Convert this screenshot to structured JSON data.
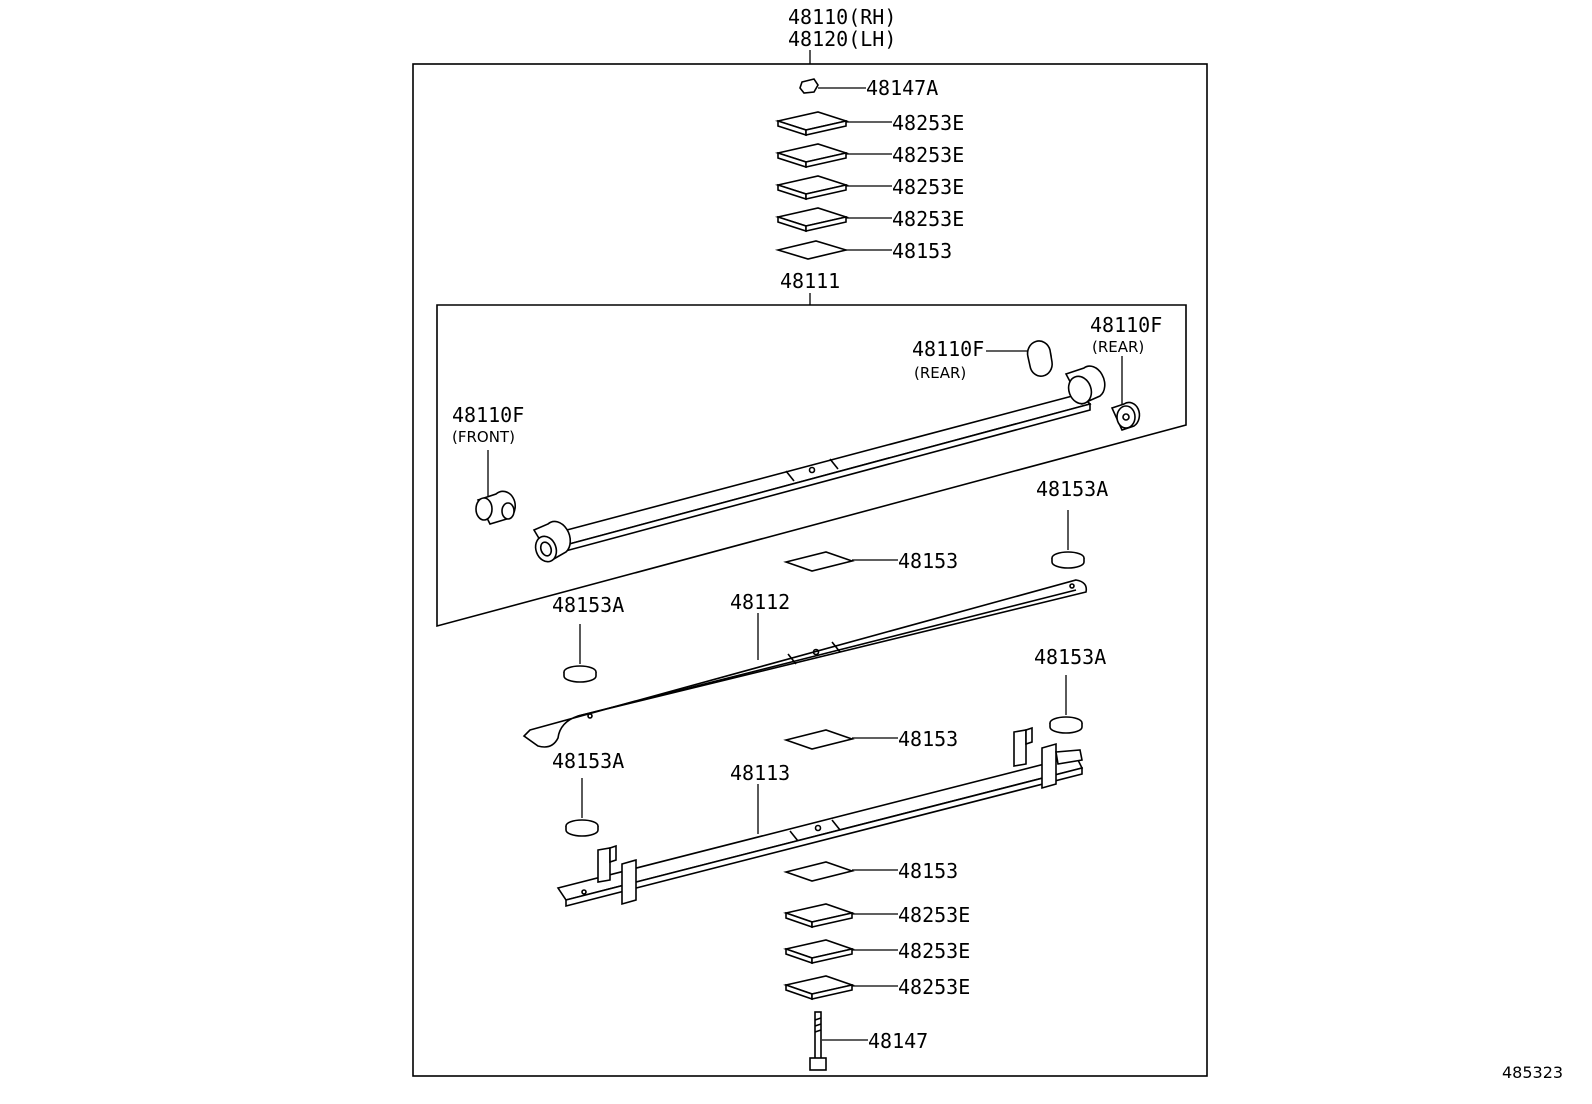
{
  "assembly": {
    "label_rh": "48110(RH)",
    "label_lh": "48120(LH)"
  },
  "parts": {
    "nut": "48147A",
    "top_spacers": [
      "48253E",
      "48253E",
      "48253E",
      "48253E"
    ],
    "top_insert": "48153",
    "leaf1": "48111",
    "bush_rear_upper": {
      "part": "48110F",
      "note": "(REAR)"
    },
    "bush_rear_end": {
      "part": "48110F",
      "note": "(REAR)"
    },
    "bush_front": {
      "part": "48110F",
      "note": "(FRONT)"
    },
    "pad_right_1": "48153A",
    "insert_2": "48153",
    "pad_left_1": "48153A",
    "leaf2": "48112",
    "pad_right_2": "48153A",
    "insert_3": "48153",
    "pad_left_2": "48153A",
    "leaf3": "48113",
    "insert_4": "48153",
    "bottom_spacers": [
      "48253E",
      "48253E",
      "48253E"
    ],
    "bolt": "48147"
  },
  "diagram_ref": "485323"
}
